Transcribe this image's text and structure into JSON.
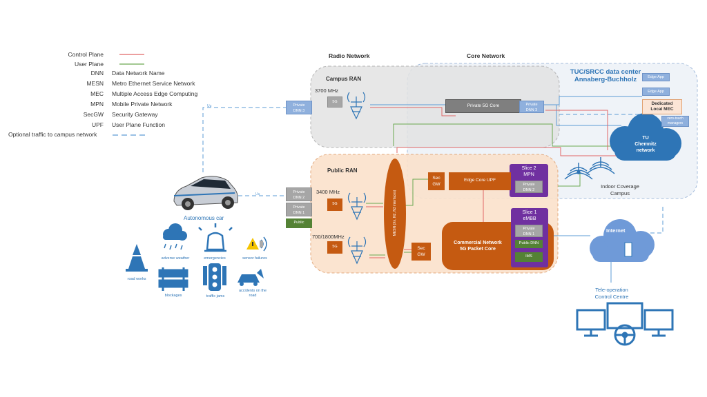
{
  "legend": [
    {
      "abbr": "Control Plane",
      "def": "",
      "line": "#e06666"
    },
    {
      "abbr": "User Plane",
      "def": "",
      "line": "#6aa84f"
    },
    {
      "abbr": "DNN",
      "def": "Data Network Name"
    },
    {
      "abbr": "MESN",
      "def": "Metro Ethernet Service Network"
    },
    {
      "abbr": "MEC",
      "def": "Multiple Access Edge Computing"
    },
    {
      "abbr": "MPN",
      "def": "Mobile Private Network"
    },
    {
      "abbr": "SecGW",
      "def": "Security Gateway"
    },
    {
      "abbr": "UPF",
      "def": "User Plane Function"
    }
  ],
  "optional_traffic": "Optional traffic to campus network",
  "headers": {
    "radio_network": "Radio Network",
    "core_network": "Core Network"
  },
  "datacenter": {
    "title_line1": "TUC/SRCC data center",
    "title_line2": "Annaberg-Buchholz",
    "edge_app_1": "Edge App",
    "edge_app_2": "Edge App",
    "dedicated_mec_line1": "Dedicated",
    "dedicated_mec_line2": "Local MEC",
    "zero_touch_line1": "zero-touch",
    "zero_touch_line2": "managers"
  },
  "tu_network": {
    "line1": "TU",
    "line2": "Chemnitz",
    "line3": "network"
  },
  "campus_ran": {
    "title": "Campus RAN",
    "freq": "3700 MHz",
    "radio": "5G",
    "private_core": "Private 5G Core",
    "dnn3_line1": "Private",
    "dnn3_line2": "DNN 3"
  },
  "public_ran": {
    "title": "Public RAN",
    "freq_1": "3400 MHz",
    "freq_2": "700/1800MHz",
    "radio": "5G"
  },
  "mesn": "MESN (Xn, N2, N3 interfaces)",
  "secgw": {
    "line1": "Sec",
    "line2": "GW"
  },
  "edge_core_upf": "Edge Core UPF",
  "slice2": {
    "line1": "Slice 2",
    "line2": "MPN",
    "dnn_line1": "Private",
    "dnn_line2": "DNN 2"
  },
  "slice1": {
    "line1": "Slice 1",
    "line2": "eMBB",
    "dnn_line1": "Private",
    "dnn_line2": "DNN 1",
    "public_dnn": "Public DNN",
    "ims": "IMS"
  },
  "commercial_core": {
    "line1": "Commercial Network",
    "line2": "5G Packet Core"
  },
  "indoor": {
    "line1": "Indoor Coverage",
    "line2": "Campus"
  },
  "internet": "Internet",
  "teleop": {
    "line1": "Tele-operation",
    "line2": "Control Centre"
  },
  "car": {
    "label": "Autonomous car",
    "dnn3_line1": "Private",
    "dnn3_line2": "DNN 3",
    "dnn2_line1": "Private",
    "dnn2_line2": "DNN 2",
    "dnn1_line1": "Private",
    "dnn1_line2": "DNN 1",
    "public": "Public",
    "uu": "Uu"
  },
  "scenarios": [
    {
      "icon": "road-cone-icon",
      "label": "road works"
    },
    {
      "icon": "rain-cloud-icon",
      "label": "adverse weather"
    },
    {
      "icon": "siren-icon",
      "label": "emergencies"
    },
    {
      "icon": "sensor-warning-icon",
      "label": "sensor failures"
    },
    {
      "icon": "barrier-icon",
      "label": "blockages"
    },
    {
      "icon": "traffic-light-icon",
      "label": "traffic jams"
    },
    {
      "icon": "crashed-car-icon",
      "label_line1": "accidents on the",
      "label_line2": "road"
    }
  ],
  "colors": {
    "control_plane": "#e06666",
    "user_plane": "#6aa84f",
    "optional": "#5b9bd5",
    "accent_blue": "#2e75b6",
    "orange": "#c55a11",
    "purple": "#7030a0",
    "green": "#548235"
  }
}
